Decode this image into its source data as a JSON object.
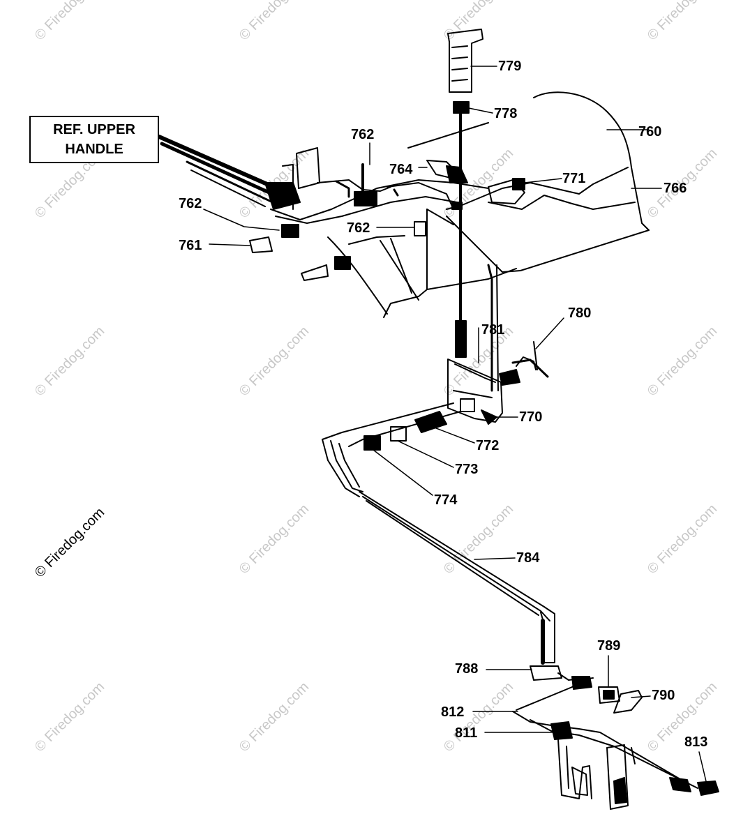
{
  "reference_box": {
    "line1": "REF. UPPER",
    "line2": "HANDLE"
  },
  "callouts": {
    "c779": "779",
    "c778": "778",
    "c760": "760",
    "c762a": "762",
    "c764": "764",
    "c771": "771",
    "c766": "766",
    "c762b": "762",
    "c762c": "762",
    "c761": "761",
    "c781": "781",
    "c780": "780",
    "c770": "770",
    "c772": "772",
    "c773": "773",
    "c774": "774",
    "c784": "784",
    "c789": "789",
    "c788": "788",
    "c790": "790",
    "c812": "812",
    "c811": "811",
    "c813": "813"
  },
  "watermark": "© Firedog.com"
}
